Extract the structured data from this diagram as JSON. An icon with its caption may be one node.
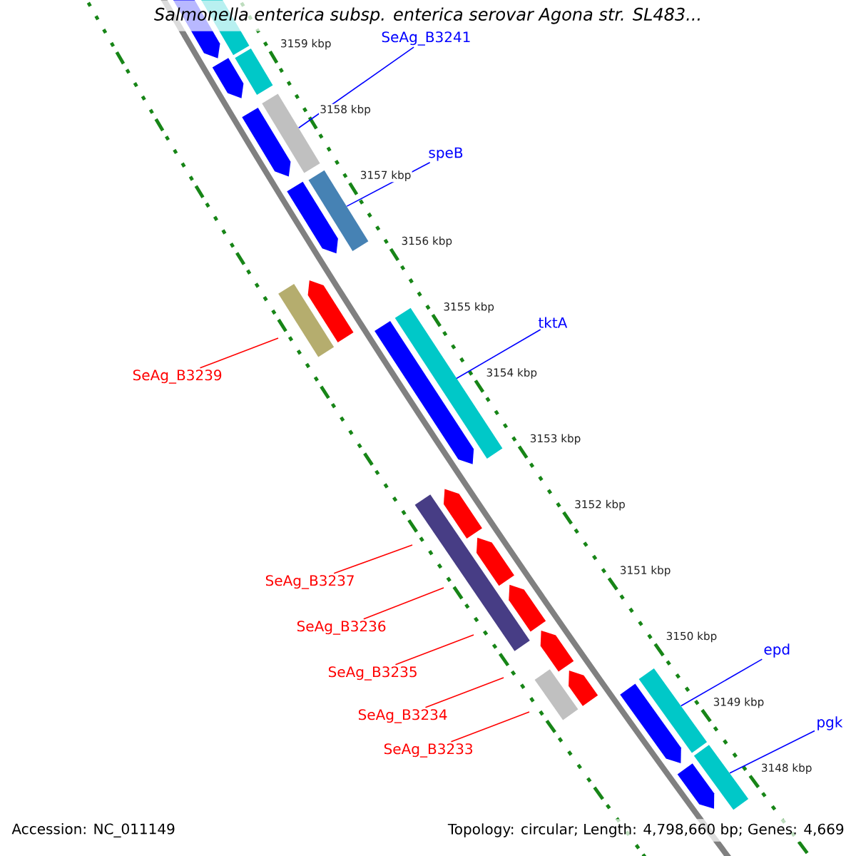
{
  "diagram": {
    "title": "Salmonella enterica subsp. enterica serovar Agona str. SL483...",
    "nodes": [
      {
        "text": [
          "SeAg_B3241"
        ]
      },
      {
        "text": [
          "speB"
        ]
      },
      {
        "text": [
          "tktA"
        ]
      },
      {
        "text": [
          "SeAg_B3239"
        ]
      },
      {
        "text": [
          "SeAg_B3237"
        ]
      },
      {
        "text": [
          "SeAg_B3236"
        ]
      },
      {
        "text": [
          "epd"
        ]
      },
      {
        "text": [
          "SeAg_B3235"
        ]
      },
      {
        "text": [
          "SeAg_B3234"
        ]
      },
      {
        "text": [
          "pgk"
        ]
      },
      {
        "text": [
          "SeAg_B3233"
        ]
      },
      {
        "text": [],
        "shape": "arrow"
      },
      {
        "text": [],
        "shape": "box"
      },
      {
        "text": [],
        "shape": "arrow"
      },
      {
        "text": [],
        "shape": "box"
      },
      {
        "text": [],
        "shape": "arrow"
      },
      {
        "text": [],
        "shape": "box"
      },
      {
        "text": [],
        "shape": "arrow"
      },
      {
        "text": [],
        "shape": "box"
      },
      {
        "text": [],
        "shape": "box"
      },
      {
        "text": [],
        "shape": "arrow"
      },
      {
        "text": [],
        "shape": "arrow"
      },
      {
        "text": [],
        "shape": "box"
      },
      {
        "text": [],
        "shape": "arrow"
      },
      {
        "text": [],
        "shape": "box"
      },
      {
        "text": [],
        "shape": "arrow"
      },
      {
        "text": [],
        "shape": "arrow"
      },
      {
        "text": [],
        "shape": "arrow"
      },
      {
        "text": [],
        "shape": "box"
      },
      {
        "text": [],
        "shape": "arrow"
      },
      {
        "text": [],
        "shape": "arrow"
      },
      {
        "text": [],
        "shape": "box"
      },
      {
        "text": [],
        "shape": "arrow"
      },
      {
        "text": [],
        "shape": "box"
      }
    ],
    "edges": [
      {
        "from": 0,
        "to": 16,
        "arrow": "none",
        "color": "#0000ff"
      },
      {
        "from": 1,
        "to": 18,
        "arrow": "none",
        "color": "#0000ff"
      },
      {
        "from": 2,
        "to": 22,
        "arrow": "none",
        "color": "#0000ff"
      },
      {
        "from": 3,
        "to": null,
        "arrow": "none"
      },
      {
        "from": 4,
        "to": null,
        "arrow": "none"
      },
      {
        "from": 5,
        "to": null,
        "arrow": "none"
      },
      {
        "from": 6,
        "to": 31,
        "arrow": "none",
        "color": "#0000ff"
      },
      {
        "from": 7,
        "to": null,
        "arrow": "none"
      },
      {
        "from": 8,
        "to": null,
        "arrow": "none"
      },
      {
        "from": 9,
        "to": 33,
        "arrow": "none",
        "color": "#0000ff"
      },
      {
        "from": 10,
        "to": null,
        "arrow": "none"
      }
    ],
    "labels": [
      "3159 kbp",
      "3158 kbp",
      "3157 kbp",
      "3156 kbp",
      "3155 kbp",
      "3154 kbp",
      "3153 kbp",
      "3152 kbp",
      "3151 kbp",
      "3150 kbp",
      "3149 kbp",
      "3148 kbp",
      "Accession: NC_011149",
      "Topology: circular; Length: 4,798,660 bp; Genes: 4,669"
    ]
  }
}
